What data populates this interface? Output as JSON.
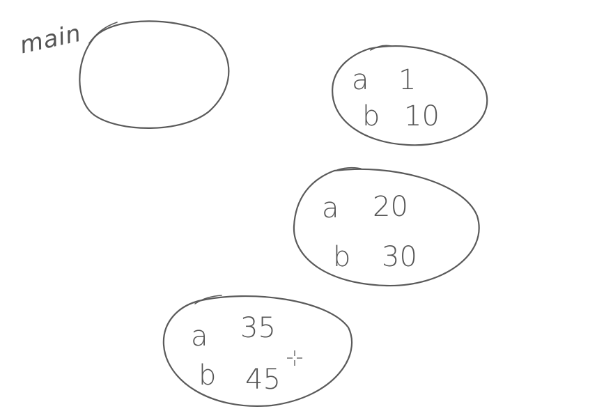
{
  "colors": {
    "ink": "#5a5a5a",
    "background": "#ffffff"
  },
  "main_label": "main",
  "frames": [
    {
      "rows": [
        {
          "name": "a",
          "value": "1"
        },
        {
          "name": "b",
          "value": "10"
        }
      ]
    },
    {
      "rows": [
        {
          "name": "a",
          "value": "20"
        },
        {
          "name": "b",
          "value": "30"
        }
      ]
    },
    {
      "rows": [
        {
          "name": "a",
          "value": "35"
        },
        {
          "name": "b",
          "value": "45"
        }
      ]
    }
  ],
  "cursor_icon": "crosshair-icon"
}
